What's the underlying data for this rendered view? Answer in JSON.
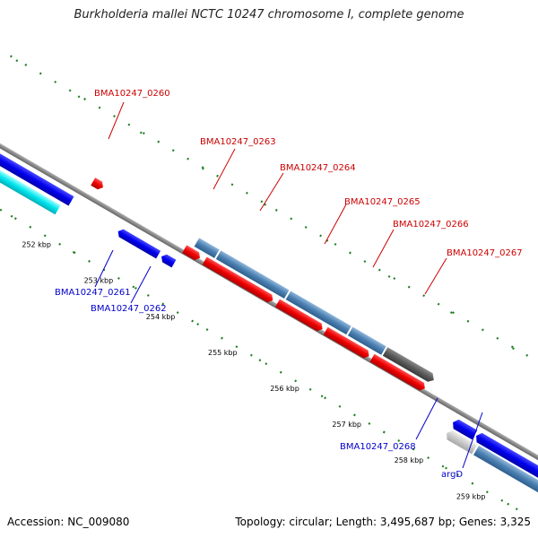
{
  "title": "Burkholderia mallei NCTC 10247 chromosome I, complete genome",
  "footer": {
    "accession": "Accession: NC_009080",
    "summary": "Topology: circular; Length: 3,495,687 bp; Genes: 3,325"
  },
  "colors": {
    "backbone": "#8c8c8c",
    "tick": "#1f7f1f",
    "forward_gene": "#e60000",
    "reverse_gene": "#0000e0",
    "forward_label": "#cc0000",
    "reverse_label": "#0000cc",
    "steelblue": "#4a7fb0",
    "cyan": "#00e5ee",
    "dark_gray": "#555555",
    "light_gray": "#c8c8c8"
  },
  "ruler": [
    "252 kbp",
    "253 kbp",
    "254 kbp",
    "255 kbp",
    "256 kbp",
    "257 kbp",
    "258 kbp",
    "259 kbp"
  ],
  "forward_labels": [
    "BMA10247_0260",
    "BMA10247_0263",
    "BMA10247_0264",
    "BMA10247_0265",
    "BMA10247_0266",
    "BMA10247_0267"
  ],
  "reverse_labels": [
    "BMA10247_0261",
    "BMA10247_0262",
    "BMA10247_0268",
    "argD"
  ]
}
